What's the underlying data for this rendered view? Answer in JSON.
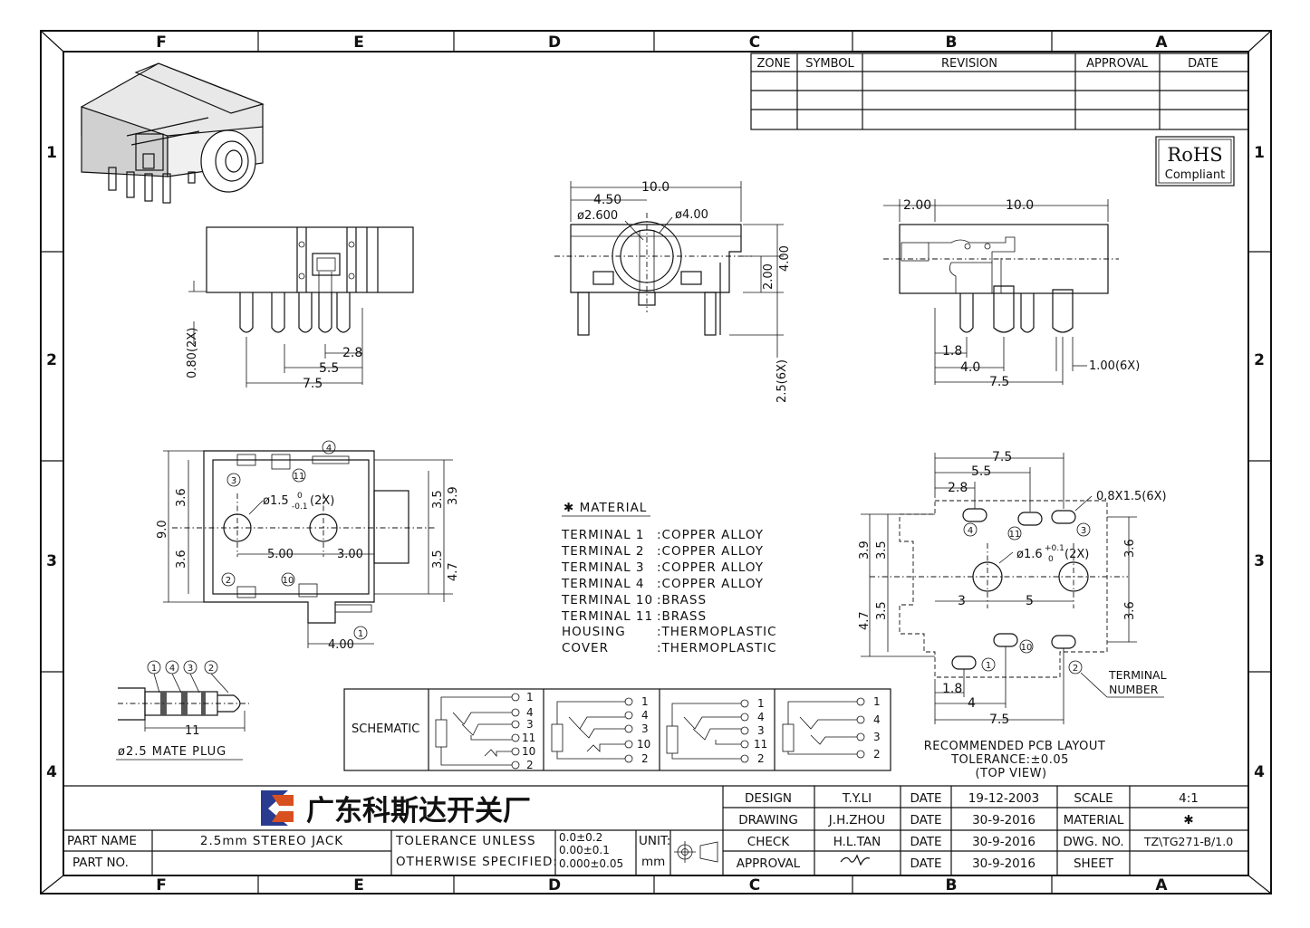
{
  "frame": {
    "columns": [
      "F",
      "E",
      "D",
      "C",
      "B",
      "A"
    ],
    "rows": [
      "1",
      "2",
      "3",
      "4"
    ]
  },
  "revision_table": {
    "headers": [
      "ZONE",
      "SYMBOL",
      "REVISION",
      "APPROVAL",
      "DATE"
    ]
  },
  "rohs": {
    "line1": "RoHS",
    "line2": "Compliant"
  },
  "side_view_left": {
    "dim_2_8": "2.8",
    "dim_5_5": "5.5",
    "dim_7_5": "7.5",
    "dim_pin": "0.80(2X)"
  },
  "front_view": {
    "dim_10": "10.0",
    "dim_4_50": "4.50",
    "dim_d2_6": "ø2.600",
    "dim_d4": "ø4.00",
    "dim_2_00": "2.00",
    "dim_4_00": "4.00",
    "dim_2_5": "2.5(6X)"
  },
  "side_view_right": {
    "dim_2_00": "2.00",
    "dim_10": "10.0",
    "dim_1_8": "1.8",
    "dim_4_0": "4.0",
    "dim_7_5": "7.5",
    "dim_pin": "1.00(6X)"
  },
  "top_view": {
    "dim_3_6a": "3.6",
    "dim_3_6b": "3.6",
    "dim_9_0": "9.0",
    "dim_3_5a": "3.5",
    "dim_3_9": "3.9",
    "dim_3_5b": "3.5",
    "dim_4_7": "4.7",
    "dim_hole": "ø1.5",
    "dim_hole_tol_top": "0",
    "dim_hole_tol_bot": "-0.1",
    "dim_hole_count": "(2X)",
    "dim_5_00": "5.00",
    "dim_3_00": "3.00",
    "dim_4_00": "4.00",
    "terminals": [
      "3",
      "11",
      "4",
      "2",
      "10",
      "1"
    ]
  },
  "plug": {
    "rings": [
      "1",
      "4",
      "3",
      "2"
    ],
    "dim_11": "11",
    "label": "ø2.5 MATE PLUG"
  },
  "material": {
    "title": "✱ MATERIAL",
    "rows": [
      {
        "name": "TERMINAL  1",
        "value": ":COPPER  ALLOY"
      },
      {
        "name": "TERMINAL  2",
        "value": ":COPPER  ALLOY"
      },
      {
        "name": "TERMINAL  3",
        "value": ":COPPER  ALLOY"
      },
      {
        "name": "TERMINAL  4",
        "value": ":COPPER  ALLOY"
      },
      {
        "name": "TERMINAL 10",
        "value": ":BRASS"
      },
      {
        "name": "TERMINAL 11",
        "value": ":BRASS"
      },
      {
        "name": "HOUSING",
        "value": ":THERMOPLASTIC"
      },
      {
        "name": "COVER",
        "value": ":THERMOPLASTIC"
      }
    ]
  },
  "schematic": {
    "label": "SCHEMATIC",
    "diag1": [
      "1",
      "4",
      "3",
      "11",
      "10",
      "2"
    ],
    "diag2": [
      "1",
      "4",
      "3",
      "10",
      "2"
    ],
    "diag3": [
      "1",
      "4",
      "3",
      "11",
      "2"
    ],
    "diag4": [
      "1",
      "4",
      "3",
      "2"
    ]
  },
  "pcb": {
    "dim_7_5a": "7.5",
    "dim_5_5": "5.5",
    "dim_2_8": "2.8",
    "dim_slot": "0.8X1.5(6X)",
    "dim_3_9": "3.9",
    "dim_3_5a": "3.5",
    "dim_3_6a": "3.6",
    "dim_hole": "ø1.6",
    "dim_hole_tol_top": "+0.1",
    "dim_hole_tol_bot": "0",
    "dim_hole_count": "(2X)",
    "dim_3": "3",
    "dim_5": "5",
    "dim_4_7": "4.7",
    "dim_3_5b": "3.5",
    "dim_3_6b": "3.6",
    "dim_1_8": "1.8",
    "dim_4": "4",
    "dim_7_5b": "7.5",
    "terminals": [
      "4",
      "11",
      "3",
      "10",
      "1",
      "2"
    ],
    "terminal_label1": "TERMINAL",
    "terminal_label2": "NUMBER",
    "caption1": "RECOMMENDED PCB LAYOUT",
    "caption2": "TOLERANCE:±0.05",
    "caption3": "(TOP VIEW)"
  },
  "title_block": {
    "company": "广东科斯达开关厂",
    "design_label": "DESIGN",
    "design_value": "T.Y.LI",
    "drawing_label": "DRAWING",
    "drawing_value": "J.H.ZHOU",
    "check_label": "CHECK",
    "check_value": "H.L.TAN",
    "approval_label": "APPROVAL",
    "date_label": "DATE",
    "date1": "19-12-2003",
    "date2": "30-9-2016",
    "date3": "30-9-2016",
    "date4": "30-9-2016",
    "scale_label": "SCALE",
    "scale_value": "4:1",
    "material_label": "MATERIAL",
    "material_value": "✱",
    "dwg_label": "DWG. NO.",
    "dwg_value": "TZ\\TG271-B/1.0",
    "sheet_label": "SHEET",
    "part_name_label": "PART NAME",
    "part_name_value": "2.5mm  STEREO  JACK",
    "part_no_label": "PART NO.",
    "tol_line1": "TOLERANCE UNLESS",
    "tol_line2": "OTHERWISE SPECIFIED:",
    "tol_val1": "0.0±0.2",
    "tol_val2": "0.00±0.1",
    "tol_val3": "0.000±0.05",
    "unit_label": "UNIT:",
    "unit_value": "mm"
  }
}
